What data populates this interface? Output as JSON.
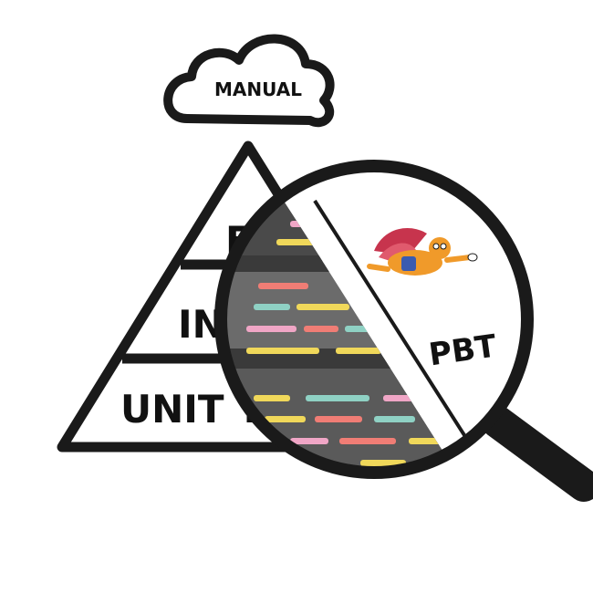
{
  "cloud": {
    "label": "MANUAL"
  },
  "pyramid": {
    "levels": [
      {
        "label": "E2E"
      },
      {
        "label": "INTEGRATION"
      },
      {
        "label": "UNIT TESTS"
      }
    ]
  },
  "magnifier": {
    "label": "PBT",
    "mascot": "superhero-cat-flying-icon"
  },
  "colors": {
    "outline": "#1a1a1a",
    "dark_panel": "#4a4a4a",
    "mid_panel": "#6b6b6b",
    "code_red": "#f07d75",
    "code_yellow": "#f0d85a",
    "code_teal": "#8fd1c4",
    "code_pink": "#f0a6c6"
  }
}
